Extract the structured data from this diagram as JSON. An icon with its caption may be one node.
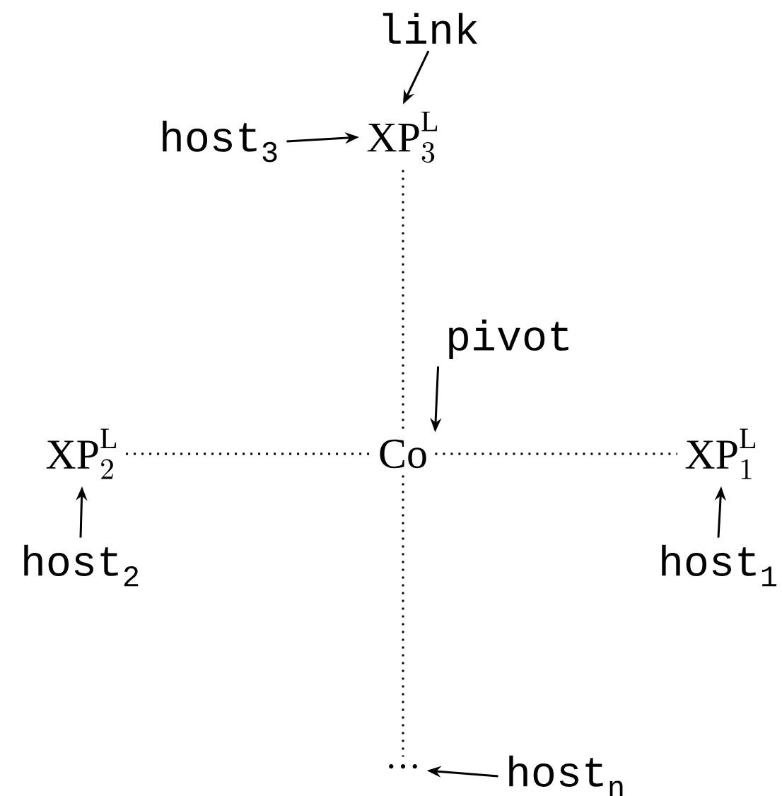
{
  "diagram": {
    "nodes": [
      {
        "text": [
          "\\mathrm{XP}^{\\mathrm{L}}_{3}"
        ]
      },
      {
        "text": [
          "link"
        ]
      },
      {
        "text": [
          "host$_{3}$"
        ]
      },
      {
        "text": [
          "\\mathrm{Co}"
        ]
      },
      {
        "text": [
          "pivot"
        ]
      },
      {
        "text": [
          "\\mathrm{XP}^{\\mathrm{L}}_{2}"
        ]
      },
      {
        "text": [
          "\\mathrm{XP}^{\\mathrm{L}}_{1}"
        ]
      },
      {
        "text": [
          "host$_{2}$"
        ]
      },
      {
        "text": [
          "host$_{1}$"
        ]
      },
      {
        "text": [
          "\\cdots"
        ]
      },
      {
        "text": [
          "host$_{n}$"
        ]
      }
    ],
    "edges": [
      {
        "from": 1,
        "to": 0,
        "arrow": "to"
      },
      {
        "from": 2,
        "to": 0,
        "arrow": "to"
      },
      {
        "from": 0,
        "to": 3,
        "arrow": "none",
        "style": "dashed"
      },
      {
        "from": 4,
        "to": 3,
        "arrow": "to"
      },
      {
        "from": 5,
        "to": 3,
        "arrow": "none",
        "style": "dashed"
      },
      {
        "from": 3,
        "to": 6,
        "arrow": "none",
        "style": "dashed"
      },
      {
        "from": 7,
        "to": 5,
        "arrow": "to"
      },
      {
        "from": 8,
        "to": 6,
        "arrow": "to"
      },
      {
        "from": 3,
        "to": 9,
        "arrow": "none",
        "style": "dashed"
      },
      {
        "from": 10,
        "to": 9,
        "arrow": "to"
      }
    ]
  }
}
